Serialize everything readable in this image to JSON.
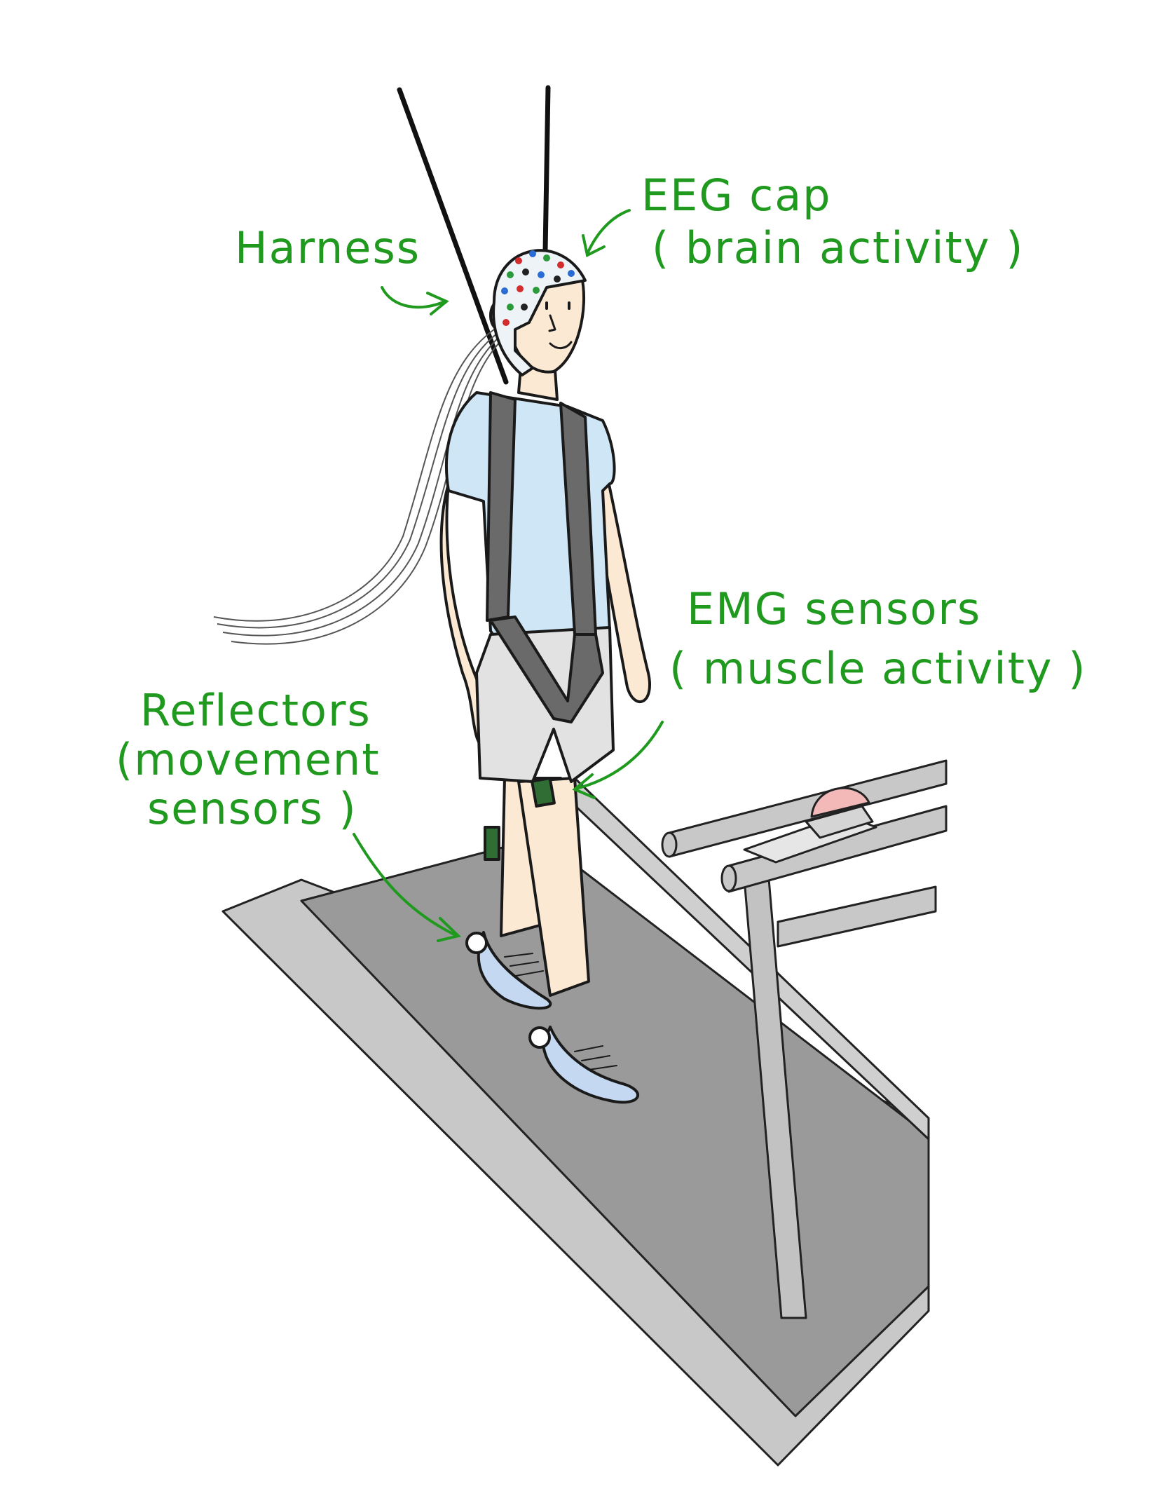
{
  "annotations": {
    "harness": {
      "line1": "Harness"
    },
    "eeg": {
      "line1": "EEG cap",
      "line2": "( brain activity )"
    },
    "emg": {
      "line1": "EMG sensors",
      "line2": "( muscle activity )"
    },
    "reflectors": {
      "line1": "Reflectors",
      "line2": "(movement",
      "line3": "sensors )"
    }
  },
  "colors": {
    "annotation": "#1f9a1f",
    "shirt": "#cfe6f7",
    "shorts": "#e2e2e2",
    "skin": "#fce9d4",
    "harness_strap": "#6a6a6a",
    "belt": "#9a9a9a",
    "frame": "#c8c8c8",
    "emergency_button": "#f3b8b8",
    "shoes": "#c4d8f2"
  }
}
